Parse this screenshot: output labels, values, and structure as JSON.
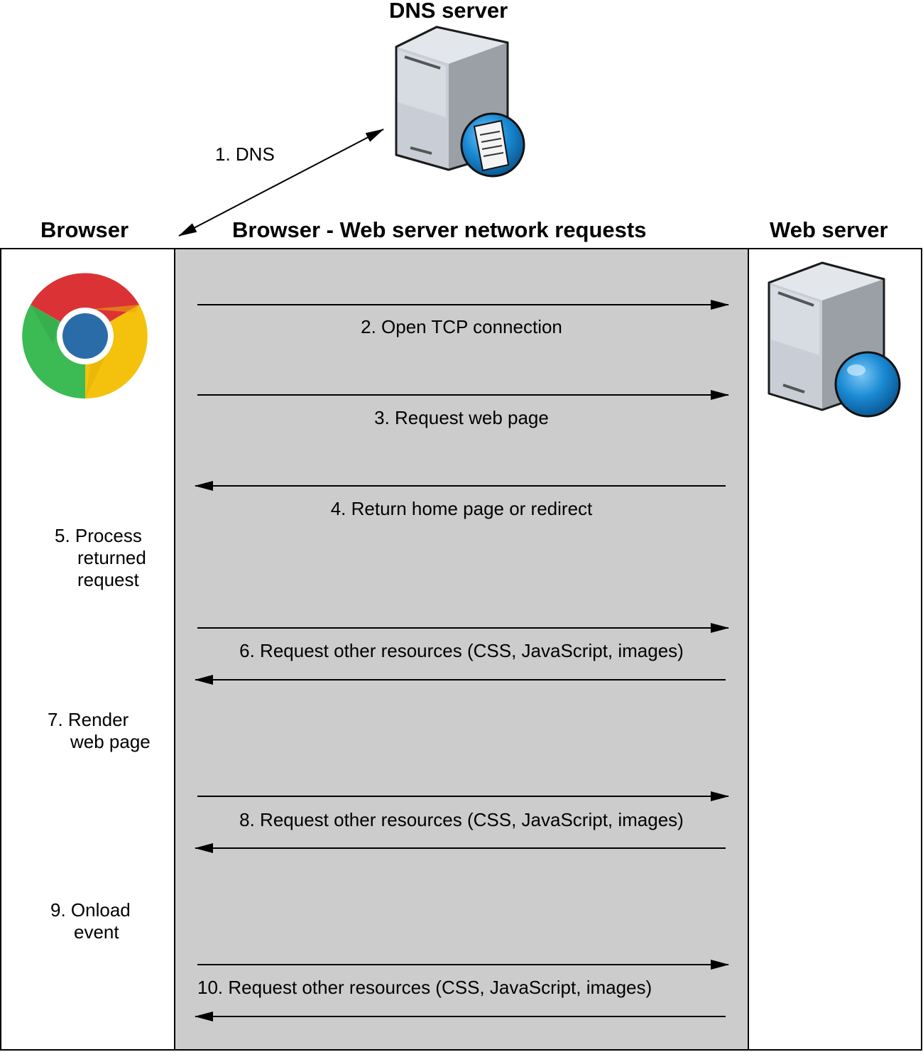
{
  "headers": {
    "dns_server": "DNS server",
    "browser": "Browser",
    "network": "Browser - Web server network requests",
    "web_server": "Web server"
  },
  "steps": {
    "dns": "1. DNS",
    "tcp": "2. Open TCP connection",
    "request_page": "3. Request web page",
    "return_home": "4. Return home page or redirect",
    "process_1": "5. Process",
    "process_2": "returned",
    "process_3": "request",
    "resources_6": "6. Request other resources (CSS, JavaScript, images)",
    "render_1": "7. Render",
    "render_2": "web page",
    "resources_8": "8. Request other resources (CSS, JavaScript, images)",
    "onload_1": "9. Onload",
    "onload_2": "event",
    "resources_10": "10. Request other resources (CSS, JavaScript, images)"
  },
  "icons": {
    "dns_server": "dns-server-icon",
    "web_server": "web-server-icon",
    "browser": "chrome-icon"
  },
  "colors": {
    "middle_band": "#cccccc",
    "chrome_red": "#db3236",
    "chrome_green": "#3cba54",
    "chrome_yellow": "#f4c20d",
    "chrome_blue": "#2a6ca8",
    "globe_blue": "#1a8ad4"
  }
}
